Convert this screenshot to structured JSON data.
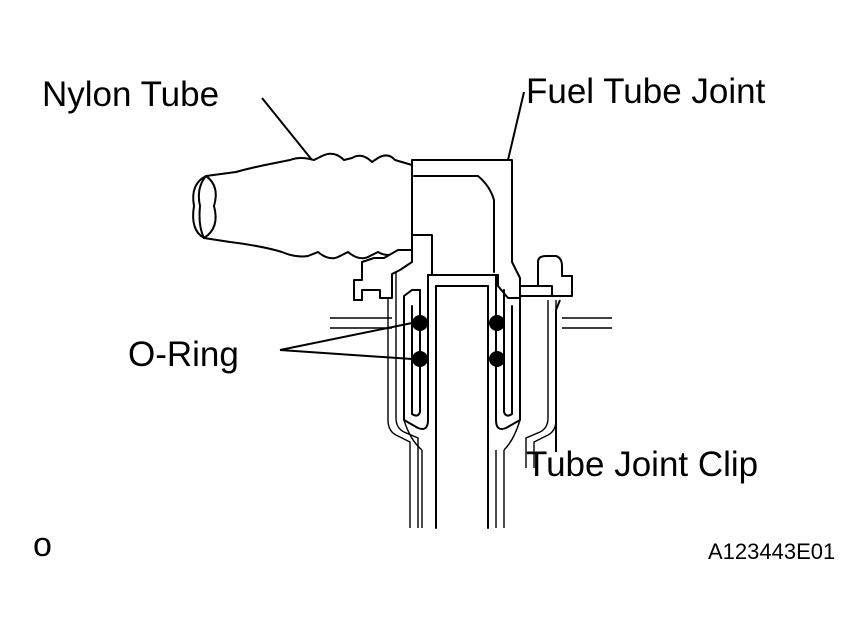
{
  "labels": {
    "nylon_tube": "Nylon Tube",
    "fuel_tube_joint": "Fuel Tube Joint",
    "o_ring": "O-Ring",
    "tube_joint_clip": "Tube Joint Clip"
  },
  "corner_mark": "o",
  "figure_code": "A123443E01"
}
